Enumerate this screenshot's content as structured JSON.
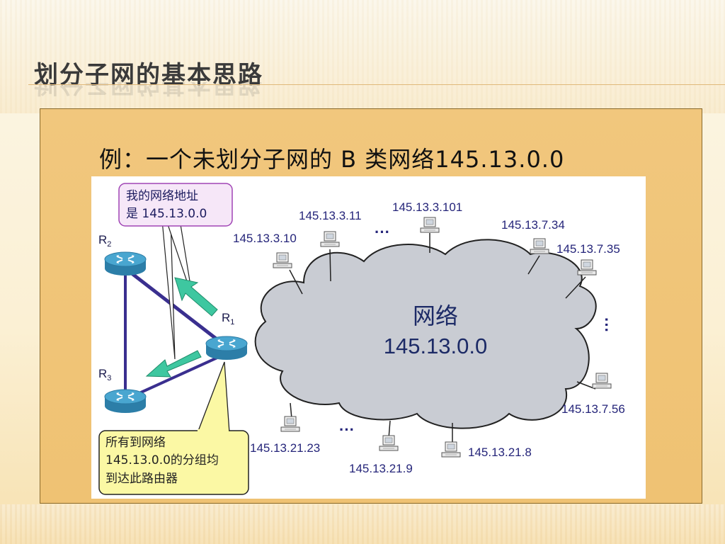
{
  "slide": {
    "title": "划分子网的基本思路",
    "example_text": "例：一个未划分子网的 B 类网络145.13.0.0"
  },
  "diagram": {
    "cloud": {
      "label": "网络",
      "address": "145.13.0.0"
    },
    "routers": [
      {
        "id": "R1",
        "label": "R",
        "sub": "1"
      },
      {
        "id": "R2",
        "label": "R",
        "sub": "2"
      },
      {
        "id": "R3",
        "label": "R",
        "sub": "3"
      }
    ],
    "callout_top": [
      "我的网络地址",
      "是 145.13.0.0"
    ],
    "callout_bottom": [
      "所有到网络",
      "145.13.0.0的分组均",
      "到达此路由器"
    ],
    "hosts": [
      "145.13.3.10",
      "145.13.3.11",
      "145.13.3.101",
      "145.13.7.34",
      "145.13.7.35",
      "145.13.7.56",
      "145.13.21.8",
      "145.13.21.9",
      "145.13.21.23"
    ],
    "ellipsis": "···",
    "colors": {
      "link": "#3a2f8f",
      "router": "#2f89b6",
      "arrow": "#3ec7a0",
      "cloud": "#c9ccd3",
      "callout_top_bg": "#f6e7f8",
      "callout_bottom_bg": "#fbf8a4"
    }
  }
}
